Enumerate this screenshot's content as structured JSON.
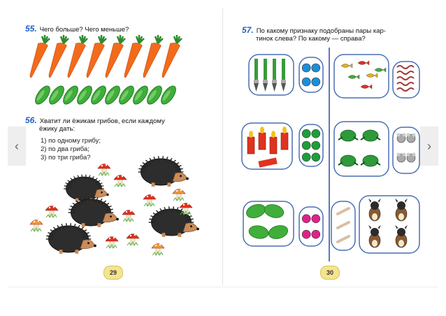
{
  "left_page": {
    "task55": {
      "number": "55.",
      "text": "Чего больше? Чего меньше?"
    },
    "task56": {
      "number": "56.",
      "line1": "Хватит ли ёжикам грибов, если каждому",
      "line2": "ёжику дать:",
      "options": [
        "1) по одному грибу;",
        "2) по два гриба;",
        "3) по три гриба?"
      ]
    },
    "page_number": "29",
    "counts": {
      "carrots": 8,
      "cucumbers": 10,
      "hedgehogs": 5,
      "mushrooms": 11
    }
  },
  "right_page": {
    "task57": {
      "number": "57.",
      "line1": "По какому признаку подобраны пары кар-",
      "line2": "тинок слева? По какому — справа?"
    },
    "page_number": "30"
  },
  "navigation": {
    "prev_icon": "chevron-left-icon",
    "next_icon": "chevron-right-icon"
  },
  "colors": {
    "task_number": "#1f5fbf",
    "outline": "#4a6fb3",
    "dot_blue": "#1c8fd9",
    "dot_green": "#1f9d3c",
    "dot_pink": "#e0218a",
    "page_badge": "#f5e48f"
  }
}
